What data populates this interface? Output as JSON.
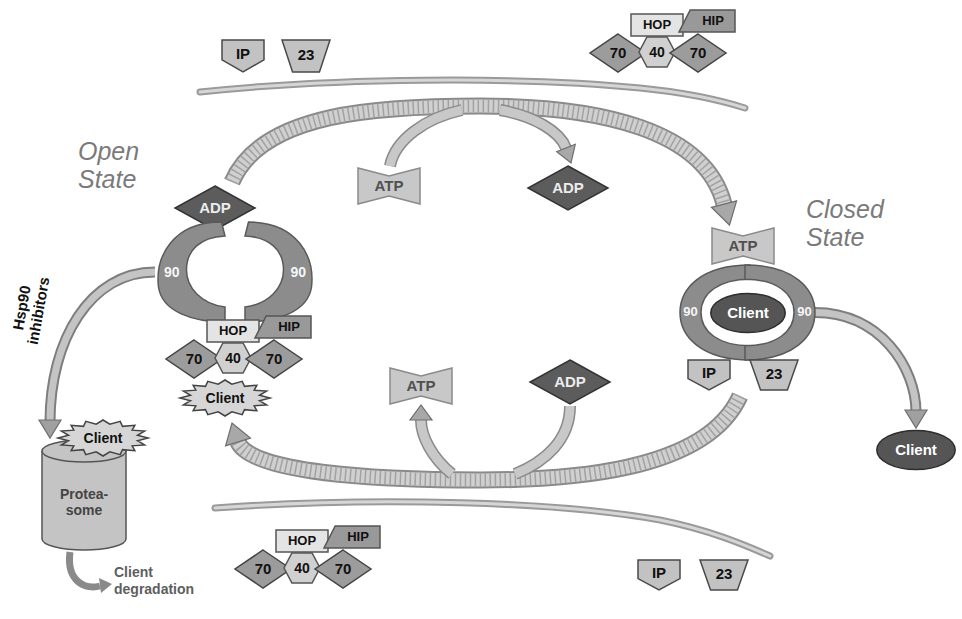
{
  "diagram": {
    "nodes": [
      {
        "text": [
          "IP"
        ]
      },
      {
        "text": [
          "23"
        ]
      },
      {
        "text": [
          "HOP"
        ]
      },
      {
        "text": [
          "HIP"
        ]
      },
      {
        "text": [
          "70"
        ]
      },
      {
        "text": [
          "40"
        ]
      },
      {
        "text": [
          "70"
        ]
      },
      {
        "text": [
          "ATP"
        ]
      },
      {
        "text": [
          "ADP"
        ]
      },
      {
        "text": [
          "ADP"
        ]
      },
      {
        "text": [
          "90"
        ]
      },
      {
        "text": [
          "90"
        ]
      },
      {
        "text": [
          "HOP"
        ]
      },
      {
        "text": [
          "HIP"
        ]
      },
      {
        "text": [
          "70"
        ]
      },
      {
        "text": [
          "40"
        ]
      },
      {
        "text": [
          "70"
        ]
      },
      {
        "text": [
          "Client"
        ]
      },
      {
        "text": [
          "ATP"
        ]
      },
      {
        "text": [
          "90"
        ]
      },
      {
        "text": [
          "90"
        ]
      },
      {
        "text": [
          "Client"
        ]
      },
      {
        "text": [
          "IP"
        ]
      },
      {
        "text": [
          "23"
        ]
      },
      {
        "text": [
          "Client"
        ]
      },
      {
        "text": [
          "Protea- some"
        ]
      },
      {
        "text": [
          "Client"
        ]
      },
      {
        "text": [
          "ATP"
        ]
      },
      {
        "text": [
          "ADP"
        ]
      },
      {
        "text": [
          "HOP"
        ]
      },
      {
        "text": [
          "HIP"
        ]
      },
      {
        "text": [
          "70"
        ]
      },
      {
        "text": [
          "40"
        ]
      },
      {
        "text": [
          "70"
        ]
      },
      {
        "text": [
          "IP"
        ]
      },
      {
        "text": [
          "23"
        ]
      }
    ],
    "edges": [
      {
        "from": 10,
        "to": 25,
        "arrow": "to",
        "label": "Hsp90 inhibitors"
      },
      {
        "from": 20,
        "to": 24,
        "arrow": "to"
      }
    ],
    "labels": [
      "Open State",
      "Closed State",
      "Client degradation"
    ]
  }
}
